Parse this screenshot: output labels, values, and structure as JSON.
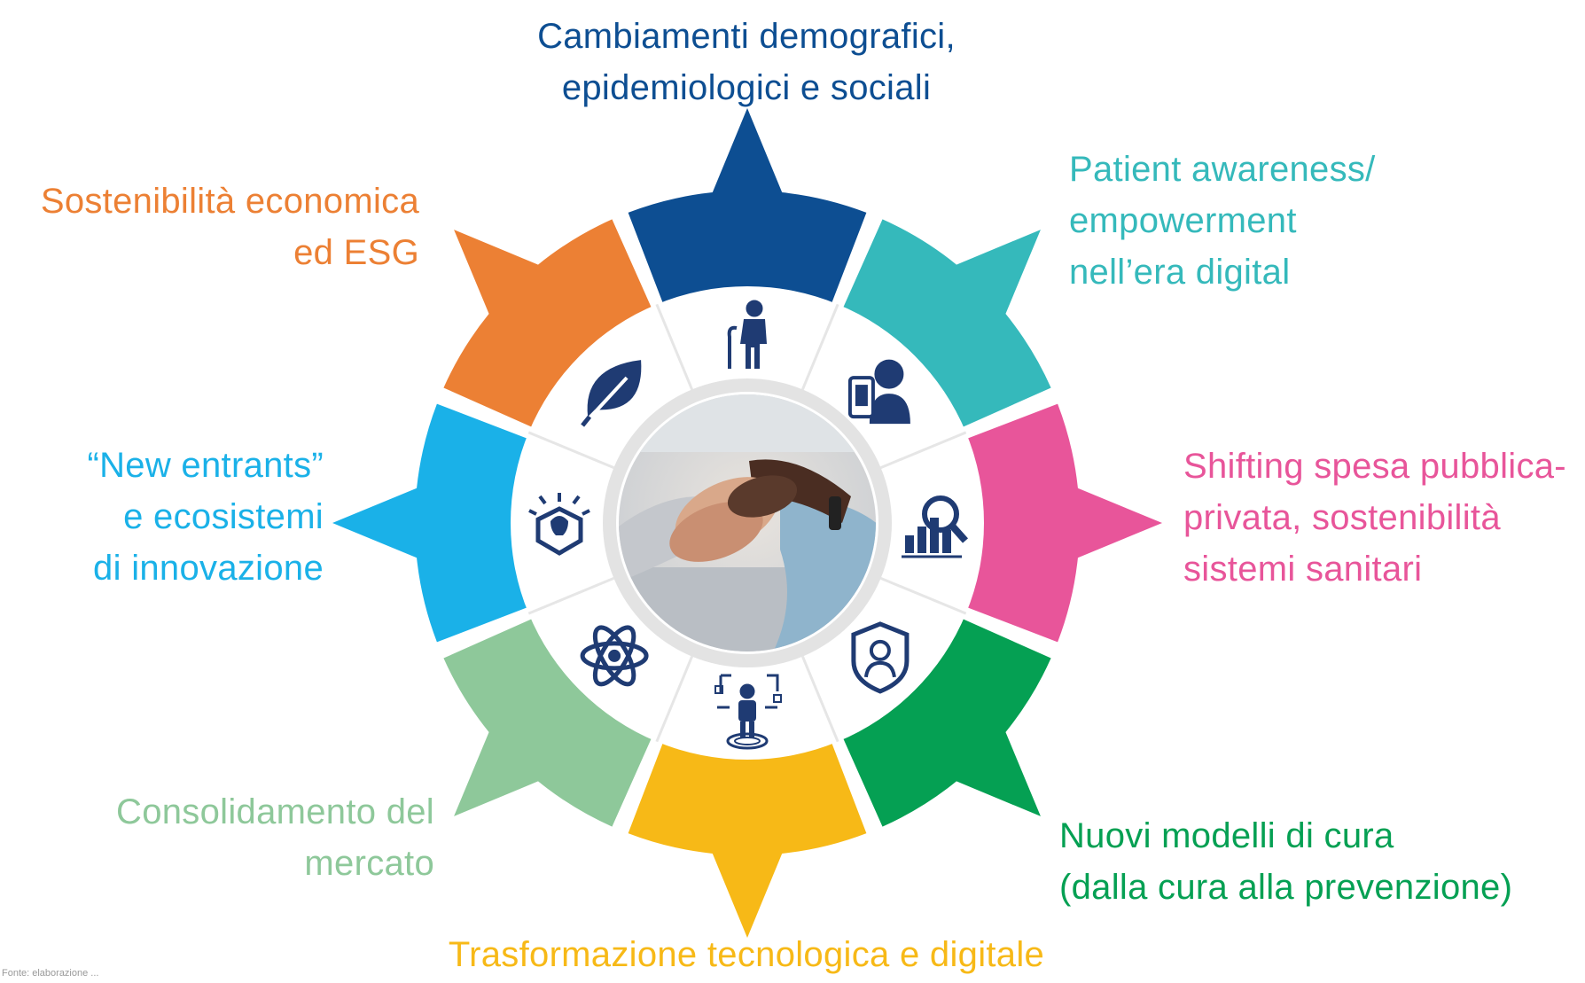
{
  "colors": {
    "navy": "#0d4e92",
    "teal": "#35b9bb",
    "pink": "#e8559a",
    "green": "#05a053",
    "yellow": "#f7b917",
    "light_green": "#8ec89a",
    "sky_blue": "#1ab1e8",
    "orange": "#ec8034",
    "icon_color": "#1f3b73",
    "inner_ring": "#e3e3e3"
  },
  "center_image": {
    "description": "photo-of-holding-hands"
  },
  "segments": [
    {
      "key": "demog",
      "color": "#0d4e92",
      "icon": "elderly-person-with-cane-icon",
      "lines": [
        "Cambiamenti demografici,",
        "epidemiologici e sociali"
      ]
    },
    {
      "key": "patient",
      "color": "#35b9bb",
      "icon": "patient-with-smartphone-icon",
      "lines": [
        "Patient awareness/",
        "empowerment",
        "nell’era digital"
      ]
    },
    {
      "key": "shift",
      "color": "#e8559a",
      "icon": "bar-chart-magnifier-icon",
      "lines": [
        "Shifting spesa pubblica-",
        "privata, sostenibilità",
        "sistemi sanitari"
      ]
    },
    {
      "key": "nuovi",
      "color": "#05a053",
      "icon": "shield-person-icon",
      "lines": [
        "Nuovi modelli di cura",
        "(dalla cura alla prevenzione)"
      ]
    },
    {
      "key": "trasf",
      "color": "#f7b917",
      "icon": "person-digital-network-icon",
      "lines": [
        "Trasformazione tecnologica e digitale"
      ]
    },
    {
      "key": "consol",
      "color": "#8ec89a",
      "icon": "atom-icon",
      "lines": [
        "Consolidamento del",
        "mercato"
      ]
    },
    {
      "key": "new",
      "color": "#1ab1e8",
      "icon": "innovation-lightbulb-box-icon",
      "lines": [
        "“New entrants”",
        "e ecosistemi",
        "di innovazione"
      ]
    },
    {
      "key": "sost",
      "color": "#ec8034",
      "icon": "leaf-icon",
      "lines": [
        "Sostenibilità economica",
        "ed ESG"
      ]
    }
  ],
  "source_note": "Fonte: elaborazione ..."
}
